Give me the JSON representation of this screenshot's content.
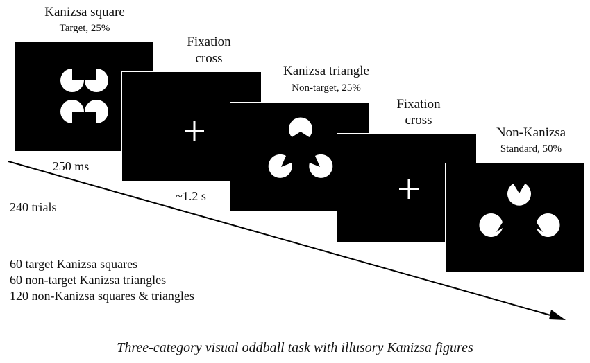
{
  "stimuli": [
    {
      "title": "Kanizsa square",
      "subtitle": "Target, 25%",
      "duration": "250 ms"
    },
    {
      "title": "Fixation cross",
      "subtitle": "",
      "duration": "~1.2 s"
    },
    {
      "title": "Kanizsa triangle",
      "subtitle": "Non-target, 25%",
      "duration": ""
    },
    {
      "title": "Fixation cross",
      "subtitle": "",
      "duration": ""
    },
    {
      "title": "Non-Kanizsa",
      "subtitle": "Standard, 50%",
      "duration": ""
    }
  ],
  "fixation_word1": "Fixation",
  "fixation_word2": "cross",
  "fixation_symbol": "+",
  "trials": "240 trials",
  "counts": [
    "60 target Kanizsa squares",
    "60 non-target Kanizsa triangles",
    "120 non-Kanizsa squares & triangles"
  ],
  "caption": "Three-category visual oddball task with illusory Kanizsa figures",
  "colors": {
    "background": "#ffffff",
    "panel": "#000000",
    "figure": "#ffffff",
    "arrow": "#000000"
  }
}
